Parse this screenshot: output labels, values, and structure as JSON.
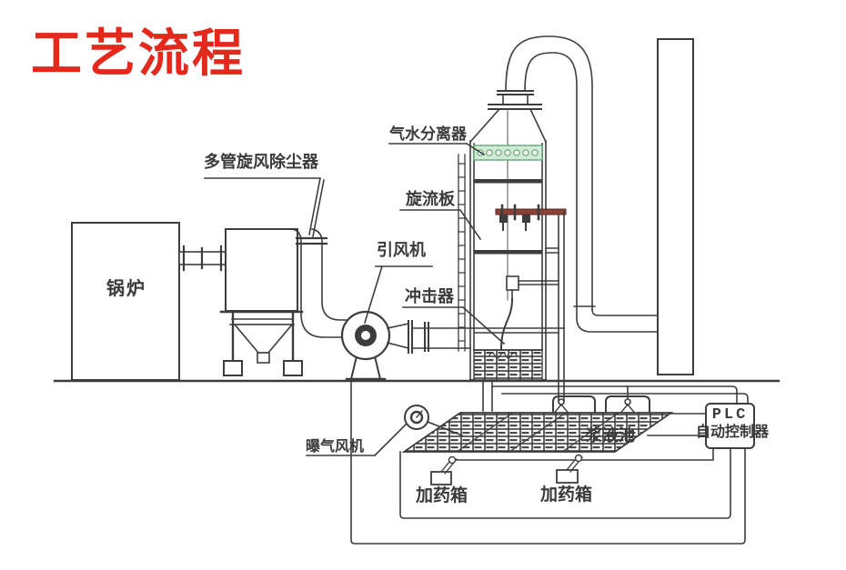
{
  "title": {
    "text": "工艺流程"
  },
  "diagram": {
    "labels": {
      "boiler": "锅炉",
      "cyclone_duster": "多管旋风除尘器",
      "gas_water_separator": "气水分离器",
      "swirl_plate": "旋流板",
      "induced_draft_fan": "引风机",
      "impactor": "冲击器",
      "aeration_fan": "曝气风机",
      "slurry_pool": "浆液池",
      "plc_line1": "PLC",
      "plc_line2": "自动控制器",
      "dosing_box_1": "加药箱",
      "dosing_box_2": "加药箱"
    },
    "colors": {
      "title_red": "#e5281c",
      "line": "#3d3d3d",
      "spray_pipe": "#8a4237",
      "separator_fill": "#d2ebd6",
      "separator_stroke": "#63a877"
    }
  }
}
